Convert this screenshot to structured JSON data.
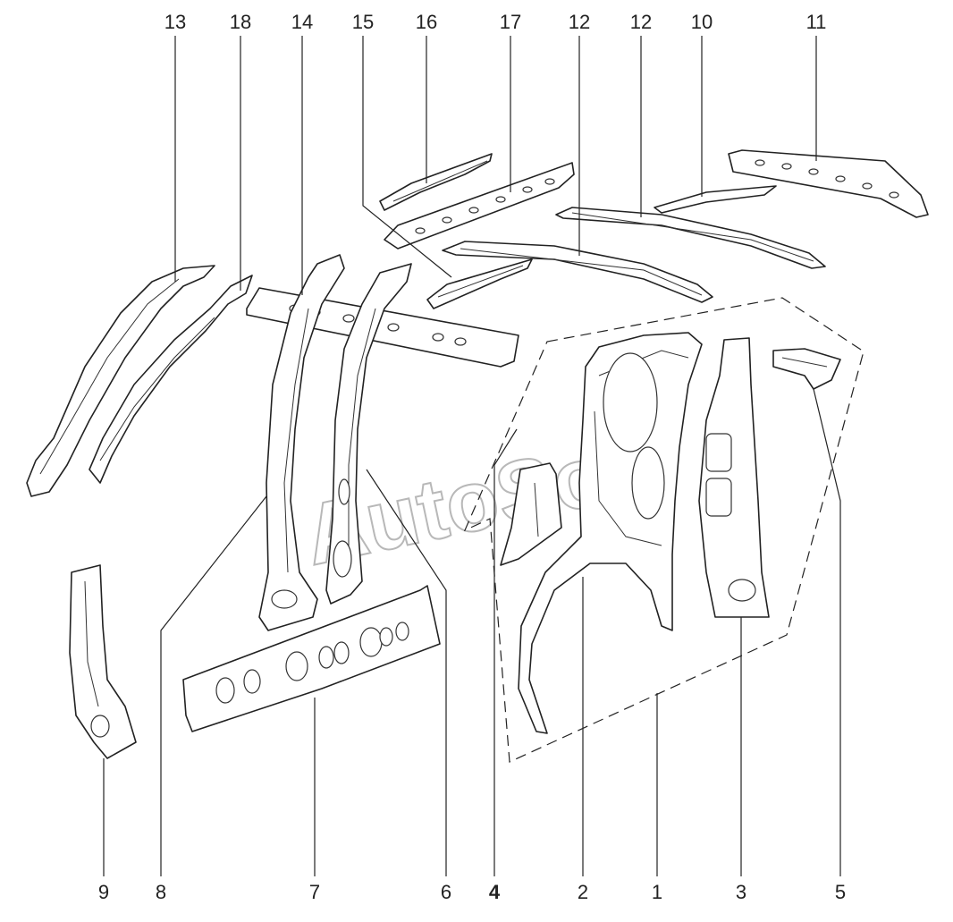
{
  "watermark": "AutoSoft",
  "callouts": {
    "top": [
      "13",
      "18",
      "14",
      "15",
      "16",
      "17",
      "12",
      "12",
      "10",
      "11"
    ],
    "bottom": [
      "9",
      "8",
      "7",
      "6",
      "4",
      "2",
      "1",
      "3",
      "5"
    ]
  },
  "colors": {
    "line": "#222222",
    "watermark": "#b8b8b8",
    "background": "#ffffff"
  }
}
